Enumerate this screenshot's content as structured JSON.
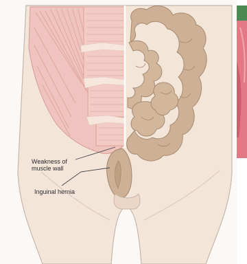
{
  "labels": {
    "weakness_line1": "Weakness of",
    "weakness_line2": "muscle wall",
    "hernia": "Inguinal hernia"
  },
  "colors": {
    "skin": "#f4e5d9",
    "skin_outline": "#c6b6aa",
    "muscle": "#f0c4be",
    "muscle_dark": "#dea39c",
    "tendon": "#f6e6dc",
    "intestine": "#cdb095",
    "intestine_stroke": "#a68b72",
    "photo_red": "#e27a86",
    "photo_green": "#4c8a55",
    "leader_line": "#444444"
  },
  "icons": {
    "photo_strip": "clinical-photo-fragment"
  }
}
